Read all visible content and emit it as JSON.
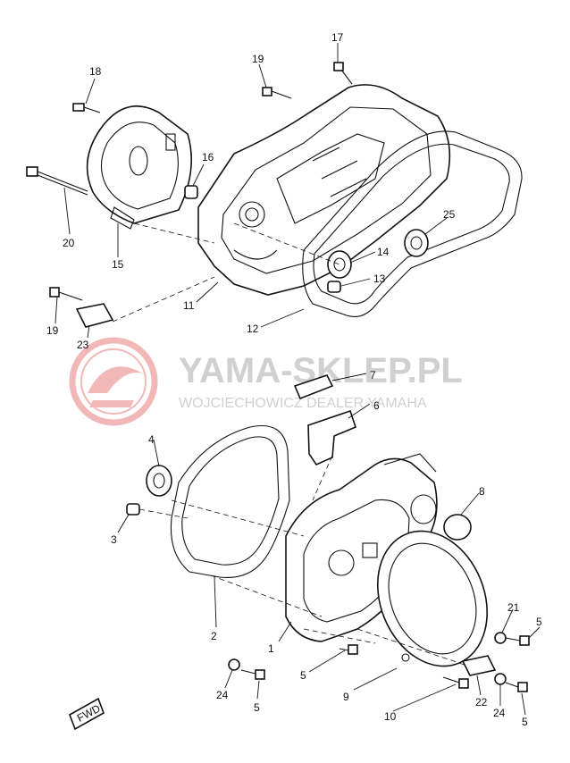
{
  "watermark": {
    "title": "YAMA-SKLEP.PL",
    "subtitle": "WOJCIECHOWICZ DEALER YAMAHA",
    "logo_color": "#f2b8b8",
    "text_color": "#d0d0d0"
  },
  "fwd_label": "FWD",
  "callouts": [
    "18",
    "19",
    "17",
    "16",
    "20",
    "15",
    "11",
    "12",
    "25",
    "14",
    "13",
    "19",
    "23",
    "7",
    "6",
    "4",
    "8",
    "3",
    "2",
    "1",
    "21",
    "5",
    "5",
    "24",
    "9",
    "22",
    "10",
    "24",
    "5",
    "5"
  ]
}
